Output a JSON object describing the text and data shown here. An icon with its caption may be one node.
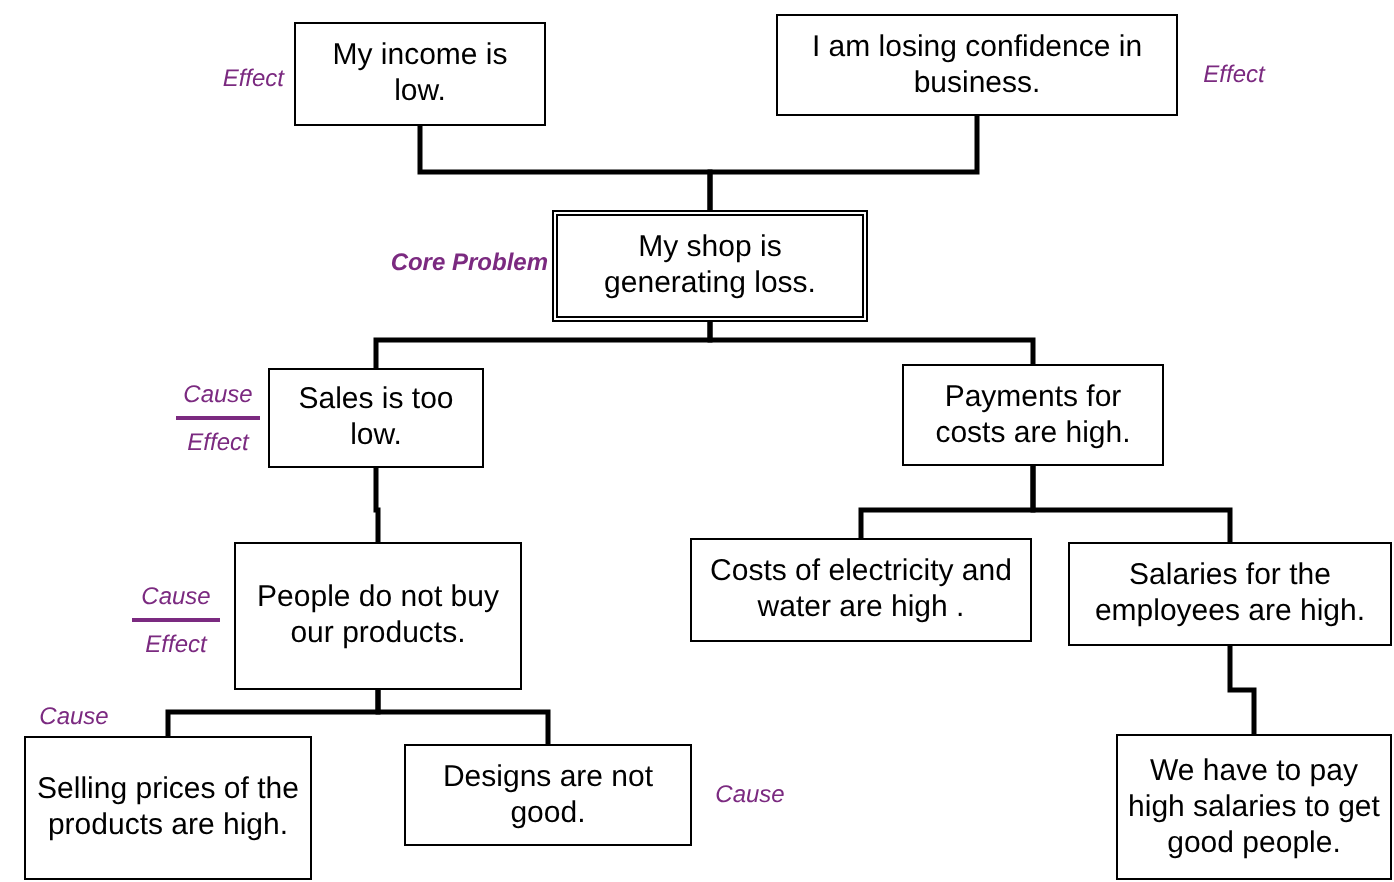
{
  "diagram": {
    "nodes": [
      {
        "text": [
          "My income is low."
        ],
        "beside": [
          "Effect"
        ]
      },
      {
        "text": [
          "I am losing confidence in business."
        ],
        "beside": [
          "Effect"
        ]
      },
      {
        "text": [
          "My shop is generating loss."
        ],
        "beside": [
          "Core Problem"
        ]
      },
      {
        "text": [
          "Sales is too low."
        ],
        "beside": [
          "Cause",
          "Effect"
        ]
      },
      {
        "text": [
          "Payments for costs are high."
        ]
      },
      {
        "text": [
          "People do not buy our products."
        ],
        "beside": [
          "Cause",
          "Effect"
        ]
      },
      {
        "text": [
          "Costs of electricity and water are high ."
        ]
      },
      {
        "text": [
          "Salaries for the employees are high."
        ]
      },
      {
        "text": [
          "Selling prices of the products are high."
        ],
        "beside": [
          "Cause"
        ]
      },
      {
        "text": [
          "Designs are not good."
        ],
        "beside": [
          "Cause"
        ]
      },
      {
        "text": [
          "We have to pay high salaries to get good people."
        ]
      }
    ],
    "edges": [
      {
        "from": 0,
        "to": 2,
        "arrow": "none"
      },
      {
        "from": 1,
        "to": 2,
        "arrow": "none"
      },
      {
        "from": 2,
        "to": 3,
        "arrow": "none"
      },
      {
        "from": 2,
        "to": 4,
        "arrow": "none"
      },
      {
        "from": 3,
        "to": 5,
        "arrow": "none"
      },
      {
        "from": 4,
        "to": 6,
        "arrow": "none"
      },
      {
        "from": 4,
        "to": 7,
        "arrow": "none"
      },
      {
        "from": 5,
        "to": 8,
        "arrow": "none"
      },
      {
        "from": 5,
        "to": 9,
        "arrow": "none"
      },
      {
        "from": 7,
        "to": 10,
        "arrow": "none"
      }
    ]
  }
}
